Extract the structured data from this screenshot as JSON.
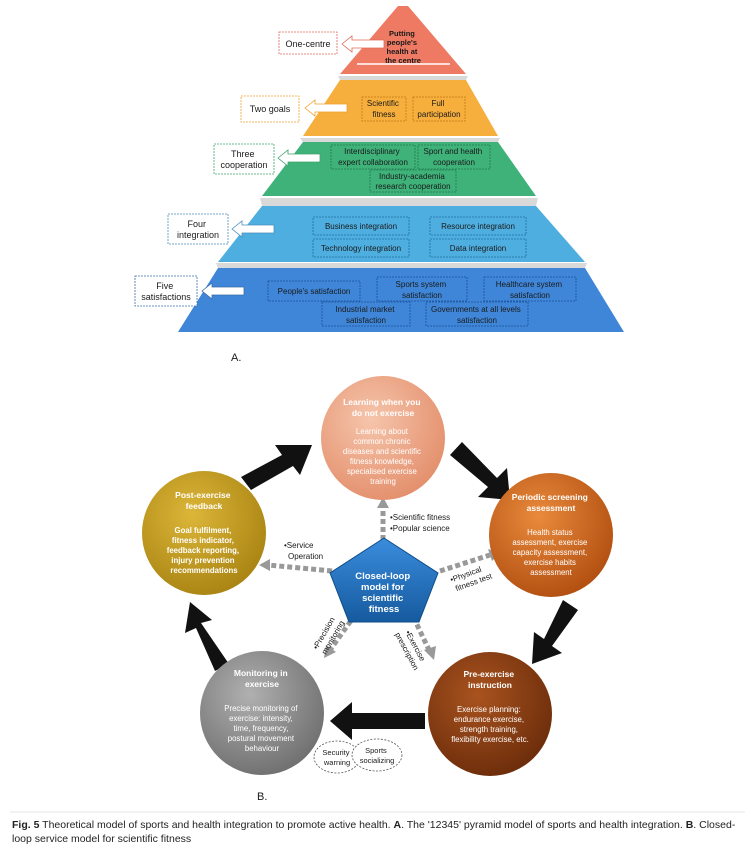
{
  "pyramid": {
    "top": [
      "Putting",
      "people's",
      "health at",
      "the centre"
    ],
    "levels": [
      {
        "label": [
          "One-centre"
        ]
      },
      {
        "label": [
          "Two goals"
        ],
        "items": [
          [
            "Scientific",
            "fitness"
          ],
          [
            "Full",
            "participation"
          ]
        ]
      },
      {
        "label": [
          "Three",
          "cooperation"
        ],
        "items": [
          [
            "Interdisciplinary",
            "expert collaboration"
          ],
          [
            "Sport and health",
            "cooperation"
          ],
          [
            "Industry-academia",
            "research cooperation"
          ]
        ]
      },
      {
        "label": [
          "Four",
          "integration"
        ],
        "items": [
          [
            "Business integration"
          ],
          [
            "Resource integration"
          ],
          [
            "Technology integration"
          ],
          [
            "Data integration"
          ]
        ]
      },
      {
        "label": [
          "Five",
          "satisfactions"
        ],
        "items": [
          [
            "People's satisfaction"
          ],
          [
            "Sports system",
            "satisfaction"
          ],
          [
            "Healthcare system",
            "satisfaction"
          ],
          [
            "Industrial market",
            "satisfaction"
          ],
          [
            "Governments at all levels",
            "satisfaction"
          ]
        ]
      }
    ],
    "panel_label": "A."
  },
  "cycle": {
    "center": [
      "Closed-loop",
      "model for",
      "scientific",
      "fitness"
    ],
    "nodes": [
      {
        "title": [
          "Learning when you",
          "do not exercise"
        ],
        "body": [
          "Learning about",
          "common chronic",
          "diseases and scientific",
          "fitness knowledge,",
          "specialised exercise",
          "training"
        ]
      },
      {
        "title": [
          "Periodic screening",
          "assessment"
        ],
        "body": [
          "Health status",
          "assessment, exercise",
          "capacity assessment,",
          "exercise habits",
          "assessment"
        ]
      },
      {
        "title": [
          "Pre-exercise",
          "instruction"
        ],
        "body": [
          "Exercise planning:",
          "endurance exercise,",
          "strength training,",
          "flexibility exercise, etc."
        ]
      },
      {
        "title": [
          "Monitoring in",
          "exercise"
        ],
        "body": [
          "Precise monitoring of",
          "exercise: intensity,",
          "time, frequency,",
          "postural movement",
          "behaviour"
        ]
      },
      {
        "title": [
          "Post-exercise",
          "feedback"
        ],
        "body": [
          "Goal fulfilment,",
          "fitness indicator,",
          "feedback reporting,",
          "injury prevention",
          "recommendations"
        ]
      }
    ],
    "links": {
      "top": [
        "•Scientific fitness",
        "•Popular science"
      ],
      "right": [
        "•Physical",
        "fitness test"
      ],
      "bottom_right": [
        "•Exercise",
        "prescription"
      ],
      "bottom_left": [
        "•Precision",
        "monitoring"
      ],
      "left": [
        "•Service",
        "Operation"
      ]
    },
    "bubbles": [
      [
        "Security",
        "warning"
      ],
      [
        "Sports",
        "socializing"
      ]
    ],
    "panel_label": "B."
  },
  "caption": {
    "fig": "Fig. 5",
    "text1": " Theoretical model of sports and health integration to promote active health. ",
    "a": "A",
    "text2": ". The '12345' pyramid model of sports and health integration. ",
    "b": "B",
    "text3": ". Closed-loop service model for scientific fitness"
  },
  "colors": {
    "tier1": "#ee7a63",
    "tier2": "#f6ae3d",
    "tier3": "#3fb27a",
    "tier4": "#4faee0",
    "tier5": "#3f86d8",
    "learn": "#eda283",
    "screen": "#d0621c",
    "preins": "#8c3d12",
    "monitor": "#8f8f8f",
    "feedback": "#c8a01e",
    "center": "#1f73c2"
  }
}
